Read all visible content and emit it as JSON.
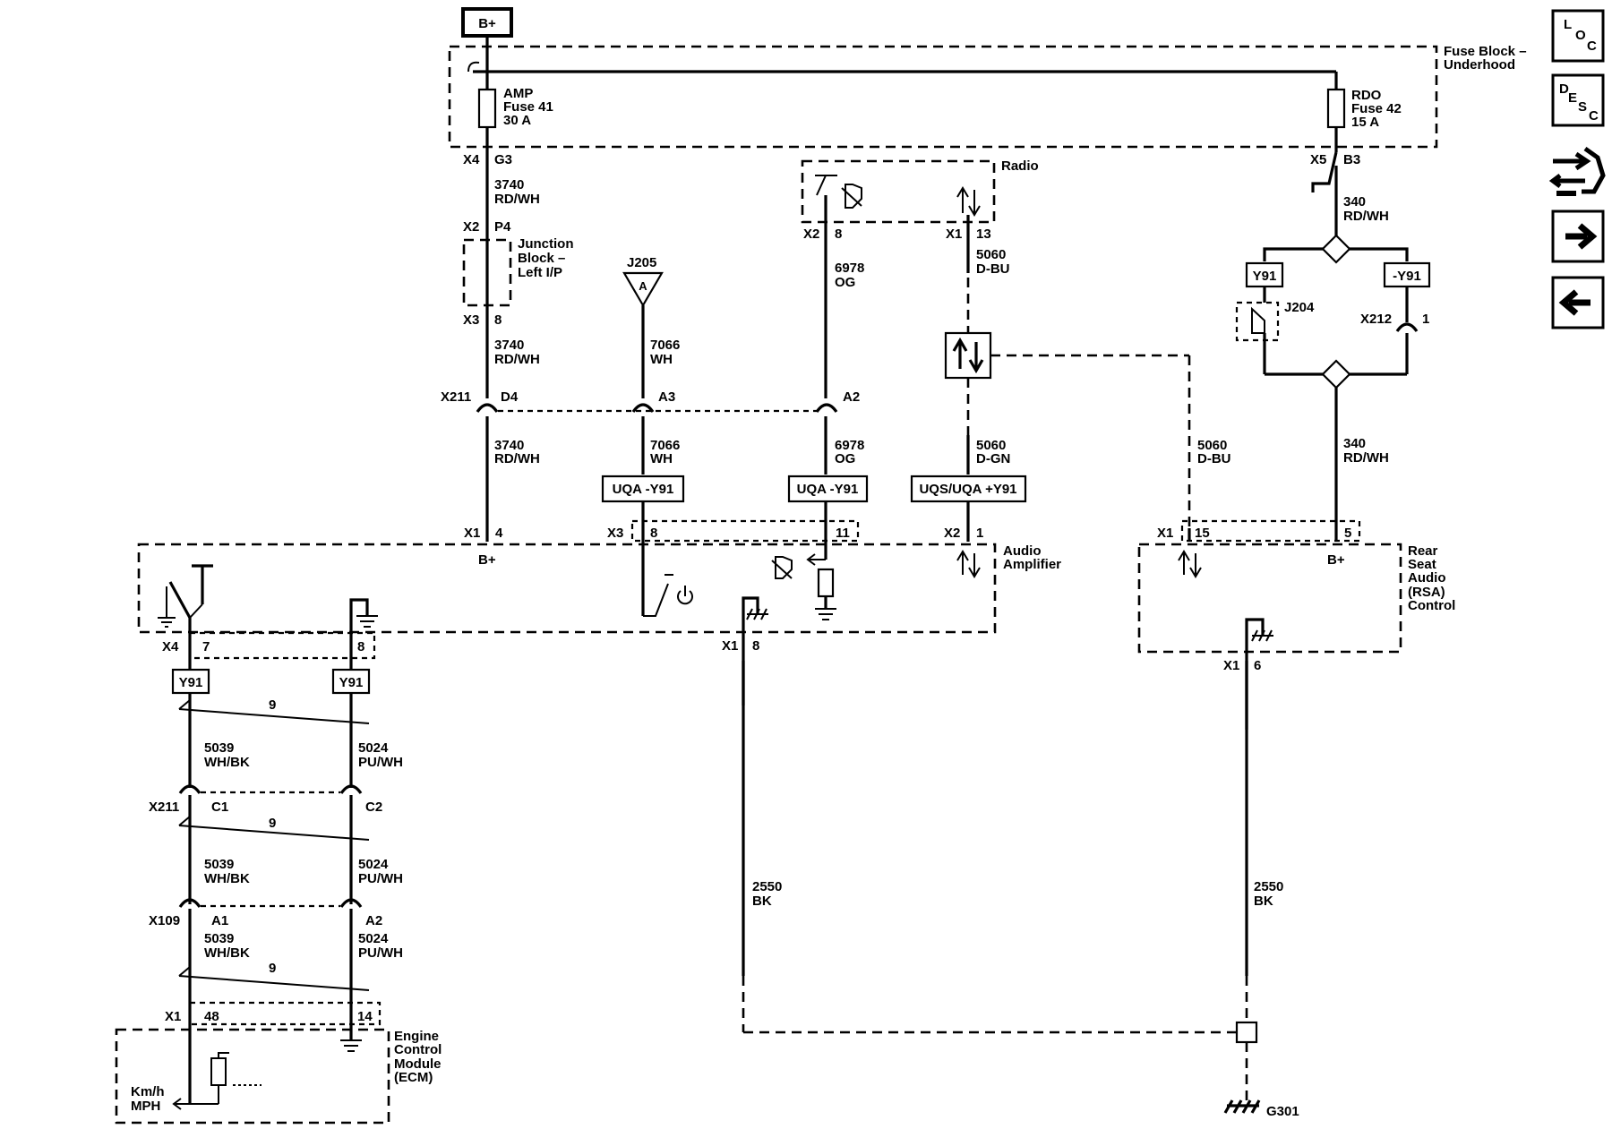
{
  "power_label": "B+",
  "nav": {
    "loc": [
      "L",
      "O",
      "C"
    ],
    "desc": [
      "D",
      "E",
      "S",
      "C"
    ]
  },
  "fuse_block": {
    "title": [
      "Fuse Block –",
      "Underhood"
    ],
    "fuse_amp": [
      "AMP",
      "Fuse 41",
      "30 A"
    ],
    "fuse_rdo": [
      "RDO",
      "Fuse 42",
      "15 A"
    ],
    "x4": "X4",
    "g3": "G3",
    "x5": "X5",
    "b3": "B3"
  },
  "junction_block": {
    "title": [
      "Junction",
      "Block –",
      "Left I/P"
    ],
    "x2": "X2",
    "p4": "P4",
    "x3": "X3",
    "p8": "8"
  },
  "radio": {
    "title": "Radio",
    "x2": "X2",
    "p8": "8",
    "x1": "X1",
    "p13": "13"
  },
  "audio_amp": {
    "title": [
      "Audio",
      "Amplifier"
    ],
    "x1": "X1",
    "p4": "4",
    "bplus": "B+",
    "x3": "X3",
    "p8": "8",
    "p11": "11",
    "x2": "X2",
    "p1": "1",
    "x4": "X4",
    "p7": "7",
    "p8b": "8",
    "x1b": "X1",
    "p8c": "8"
  },
  "rsa": {
    "title": [
      "Rear",
      "Seat",
      "Audio",
      "(RSA)",
      "Control"
    ],
    "x1": "X1",
    "p15": "15",
    "p5": "5",
    "bplus": "B+",
    "x1b": "X1",
    "p6": "6"
  },
  "ecm": {
    "title": [
      "Engine",
      "Control",
      "Module",
      "(ECM)"
    ],
    "x1": "X1",
    "p48": "48",
    "p14": "14",
    "speed": [
      "Km/h",
      "MPH"
    ]
  },
  "connectors": {
    "x211": "X211",
    "d4": "D4",
    "a3": "A3",
    "a2": "A2",
    "x211b": "X211",
    "c1": "C1",
    "c2": "C2",
    "x109": "X109",
    "a1": "A1",
    "a2b": "A2",
    "x212": "X212",
    "x212_pin": "1"
  },
  "splices": {
    "j205": "J205",
    "j205_letter": "A",
    "j204": "J204"
  },
  "ground": "G301",
  "options": {
    "y91a": "Y91",
    "y91b": "-Y91",
    "uqa1": "UQA -Y91",
    "uqa2": "UQA -Y91",
    "uqs": "UQS/UQA +Y91",
    "y91c": "Y91",
    "y91d": "Y91"
  },
  "twist": [
    "9",
    "9",
    "9"
  ],
  "wires": {
    "w3740a": [
      "3740",
      "RD/WH"
    ],
    "w3740b": [
      "3740",
      "RD/WH"
    ],
    "w3740c": [
      "3740",
      "RD/WH"
    ],
    "w7066a": [
      "7066",
      "WH"
    ],
    "w7066b": [
      "7066",
      "WH"
    ],
    "w6978a": [
      "6978",
      "OG"
    ],
    "w6978b": [
      "6978",
      "OG"
    ],
    "w5060a": [
      "5060",
      "D-BU"
    ],
    "w5060gn": [
      "5060",
      "D-GN"
    ],
    "w5060b": [
      "5060",
      "D-BU"
    ],
    "w340a": [
      "340",
      "RD/WH"
    ],
    "w340b": [
      "340",
      "RD/WH"
    ],
    "w2550a": [
      "2550",
      "BK"
    ],
    "w2550b": [
      "2550",
      "BK"
    ],
    "w5039a": [
      "5039",
      "WH/BK"
    ],
    "w5024a": [
      "5024",
      "PU/WH"
    ],
    "w5039b": [
      "5039",
      "WH/BK"
    ],
    "w5024b": [
      "5024",
      "PU/WH"
    ],
    "w5039c": [
      "5039",
      "WH/BK"
    ],
    "w5024c": [
      "5024",
      "PU/WH"
    ]
  }
}
